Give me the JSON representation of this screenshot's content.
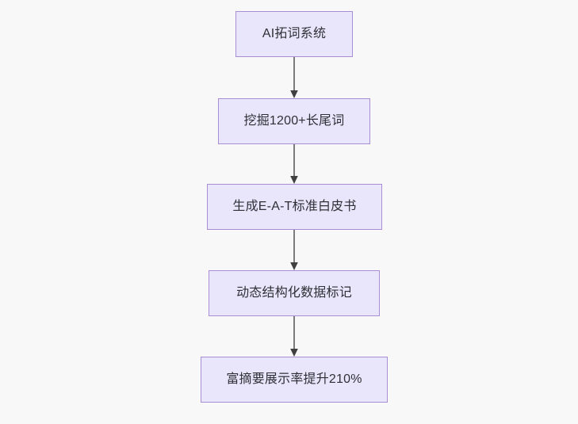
{
  "diagram": {
    "type": "flowchart",
    "direction": "top-to-bottom",
    "title": "",
    "background_color": "#f8f8f8",
    "node_fill_color": "#e9e6fb",
    "node_border_color": "#a98ed6",
    "node_text_color": "#2f3037",
    "edge_color": "#7d7d7d",
    "arrowhead_color": "#404040",
    "nodes": [
      {
        "id": "n1",
        "label": "AI拓词系统"
      },
      {
        "id": "n2",
        "label": "挖掘1200+长尾词"
      },
      {
        "id": "n3",
        "label": "生成E-A-T标准白皮书"
      },
      {
        "id": "n4",
        "label": "动态结构化数据标记"
      },
      {
        "id": "n5",
        "label": "富摘要展示率提升210%"
      }
    ],
    "edges": [
      {
        "from": "n1",
        "to": "n2",
        "label": ""
      },
      {
        "from": "n2",
        "to": "n3",
        "label": ""
      },
      {
        "from": "n3",
        "to": "n4",
        "label": ""
      },
      {
        "from": "n4",
        "to": "n5",
        "label": ""
      }
    ]
  }
}
